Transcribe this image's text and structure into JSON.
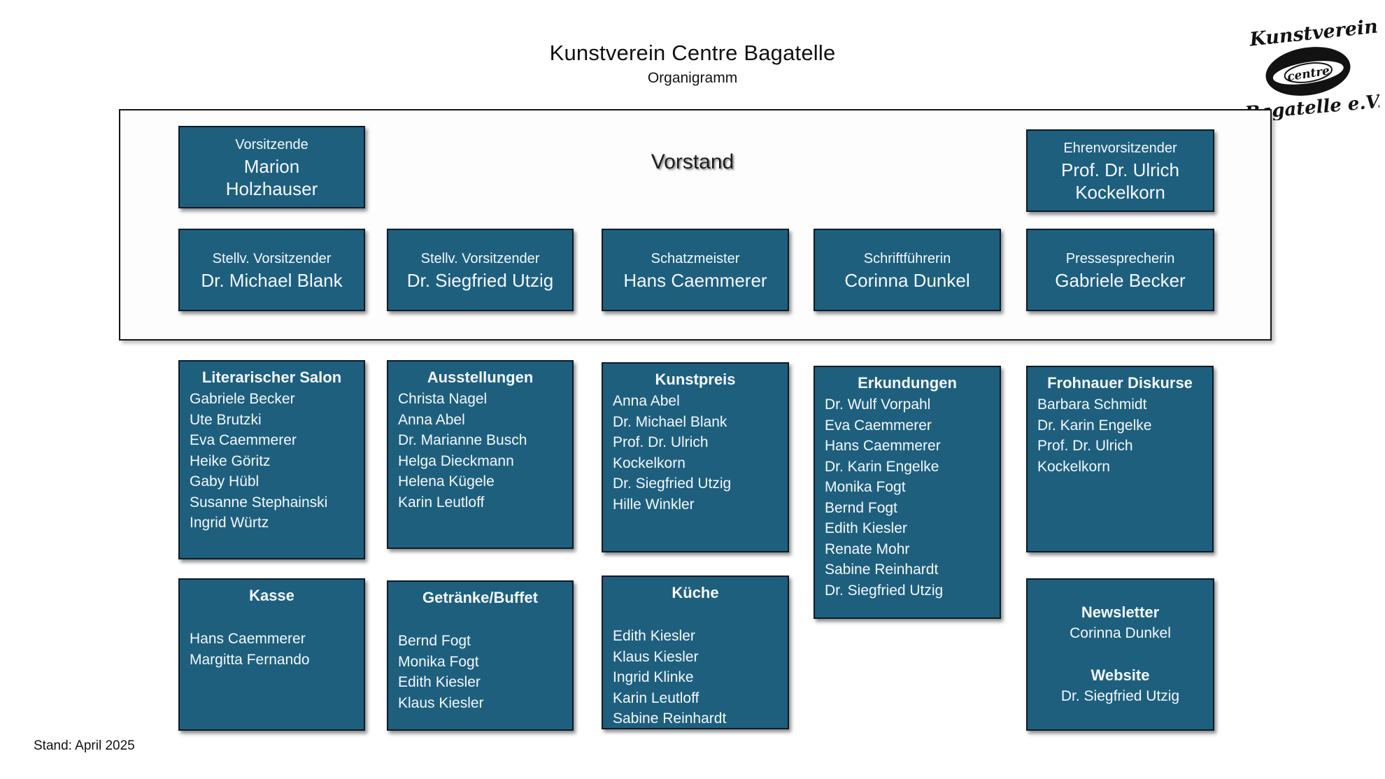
{
  "page": {
    "title": "Kunstverein Centre Bagatelle",
    "subtitle": "Organigramm",
    "footer": "Stand: April 2025"
  },
  "logo": {
    "line1": "Kunstverein",
    "line2": "centre",
    "line3": "Bagatelle e.V."
  },
  "colors": {
    "box_fill": "#1e5f7e",
    "box_border": "#0c1b26",
    "box_text": "#f4f9fb"
  },
  "vorstand": {
    "label": "Vorstand",
    "members": [
      {
        "role": "Vorsitzende",
        "name": "Marion Holzhauser"
      },
      {
        "role": "Ehrenvorsitzender",
        "name": "Prof. Dr. Ulrich Kockelkorn"
      },
      {
        "role": "Stellv. Vorsitzender",
        "name": "Dr. Michael Blank"
      },
      {
        "role": "Stellv. Vorsitzender",
        "name": "Dr. Siegfried Utzig"
      },
      {
        "role": "Schatzmeister",
        "name": "Hans Caemmerer"
      },
      {
        "role": "Schriftführerin",
        "name": "Corinna Dunkel"
      },
      {
        "role": "Pressesprecherin",
        "name": "Gabriele Becker"
      }
    ]
  },
  "committees": [
    {
      "title": "Literarischer Salon",
      "members": [
        "Gabriele Becker",
        "Ute Brutzki",
        "Eva Caemmerer",
        "Heike Göritz",
        "Gaby Hübl",
        "Susanne Stephainski",
        "Ingrid Würtz"
      ]
    },
    {
      "title": "Ausstellungen",
      "members": [
        "Christa Nagel",
        "Anna Abel",
        "Dr. Marianne Busch",
        "Helga Dieckmann",
        "Helena Kügele",
        "Karin Leutloff"
      ]
    },
    {
      "title": "Kunstpreis",
      "members": [
        "Anna Abel",
        "Dr. Michael Blank",
        "Prof. Dr. Ulrich Kockelkorn",
        "Dr. Siegfried Utzig",
        "Hille Winkler"
      ]
    },
    {
      "title": "Erkundungen",
      "members": [
        "Dr. Wulf Vorpahl",
        "Eva Caemmerer",
        "Hans Caemmerer",
        "Dr. Karin Engelke",
        "Monika Fogt",
        "Bernd Fogt",
        "Edith Kiesler",
        "Renate Mohr",
        "Sabine Reinhardt",
        "Dr. Siegfried Utzig"
      ]
    },
    {
      "title": "Frohnauer Diskurse",
      "members": [
        "Barbara Schmidt",
        "Dr. Karin Engelke",
        "Prof. Dr. Ulrich Kockelkorn"
      ]
    },
    {
      "title": "Kasse",
      "members": [
        "Hans Caemmerer",
        "Margitta Fernando"
      ]
    },
    {
      "title": "Getränke/Buffet",
      "members": [
        "Bernd Fogt",
        "Monika Fogt",
        "Edith Kiesler",
        "Klaus Kiesler"
      ]
    },
    {
      "title": "Küche",
      "members": [
        "Edith Kiesler",
        "Klaus Kiesler",
        "Ingrid Klinke",
        "Karin Leutloff",
        "Sabine Reinhardt"
      ]
    }
  ],
  "newsletter_website": {
    "sections": [
      {
        "title": "Newsletter",
        "name": "Corinna Dunkel"
      },
      {
        "title": "Website",
        "name": "Dr. Siegfried Utzig"
      }
    ]
  }
}
